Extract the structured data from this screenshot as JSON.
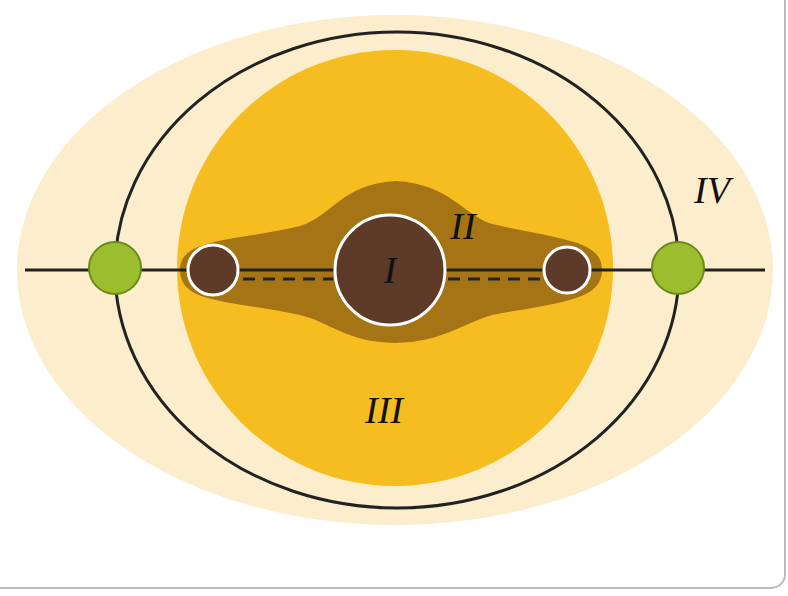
{
  "diagram": {
    "nodes": [
      {
        "text": [
          "I"
        ]
      }
    ],
    "labels": [
      "II",
      "III",
      "IV"
    ]
  }
}
